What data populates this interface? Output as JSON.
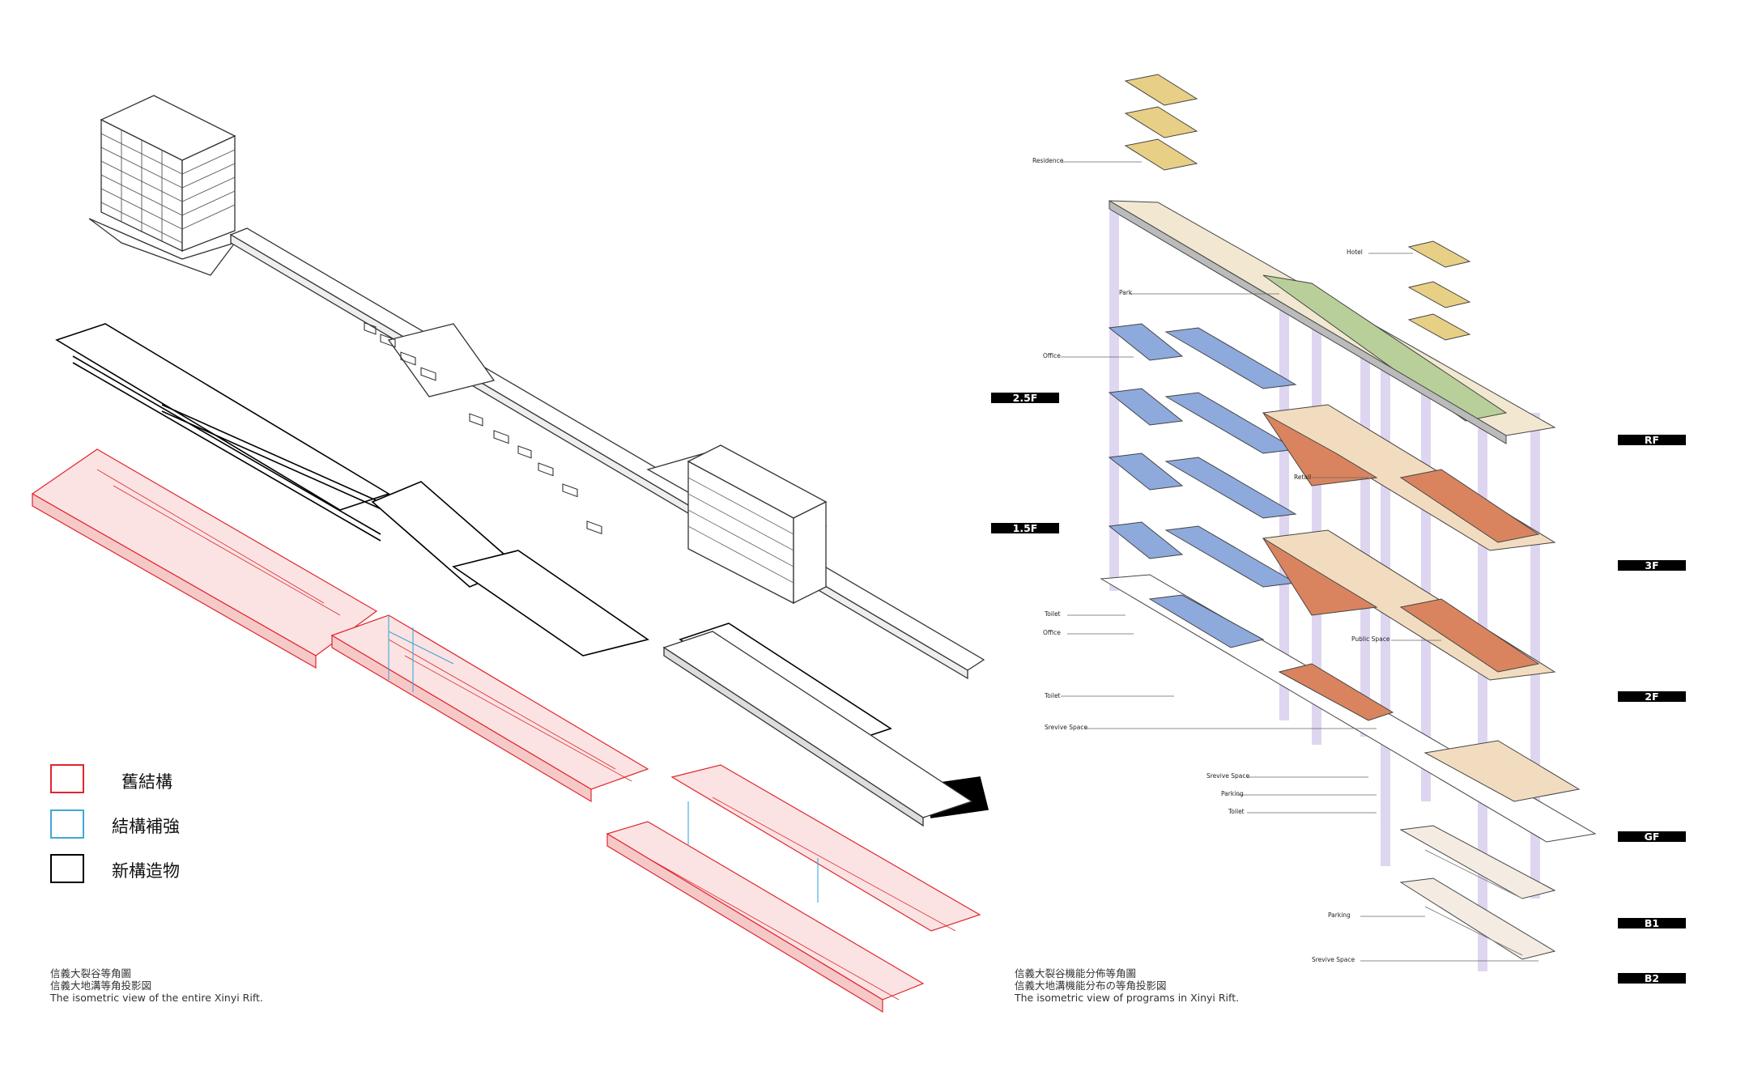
{
  "legend": [
    {
      "label": "舊結構",
      "color": "#e0262e"
    },
    {
      "label": "結構補強",
      "color": "#3fa9d8"
    },
    {
      "label": "新構造物",
      "color": "#000000"
    }
  ],
  "left_caption": {
    "line1": "信義大裂谷等角圖",
    "line2": "信義大地溝等角投影図",
    "line3": "The isometric view of the entire Xinyi Rift."
  },
  "right_caption": {
    "line1": "信義大裂谷機能分佈等角圖",
    "line2": "信義大地溝機能分布の等角投影図",
    "line3": "The isometric view of programs in Xinyi Rift."
  },
  "floor_tags_left": [
    "2.5F",
    "1.5F"
  ],
  "floor_tags_right": [
    "RF",
    "3F",
    "2F",
    "GF",
    "B1",
    "B2"
  ],
  "callouts": {
    "residence": "Residence",
    "hotel": "Hotel",
    "park": "Park",
    "office_upper": "Office",
    "retail": "Retail",
    "toilet_a": "Toilet",
    "office_lower": "Office",
    "public_space": "Public Space",
    "toilet_b": "Toilet",
    "service_a": "Srevive Space",
    "service_b": "Srevive Space",
    "parking_a": "Parking",
    "toilet_c": "Toilet",
    "parking_b": "Parking",
    "service_c": "Srevive Space"
  },
  "colors": {
    "old_structure": "#e0262e",
    "reinforcement": "#3fa9d8",
    "new_structure": "#000000",
    "residence": "#e8cf86",
    "park": "#b9cf9a",
    "office": "#8ea9dc",
    "retail": "#d9845f",
    "public": "#f2dcc0",
    "column": "#cfc3e6"
  }
}
